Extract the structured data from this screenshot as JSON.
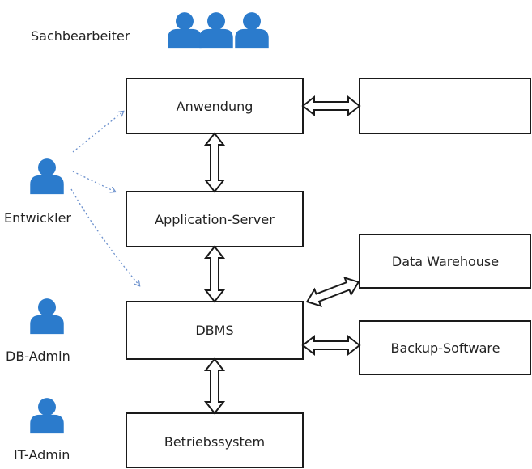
{
  "roles": {
    "sachbearbeiter": "Sachbearbeiter",
    "entwickler": "Entwickler",
    "db_admin": "DB-Admin",
    "it_admin": "IT-Admin"
  },
  "boxes": {
    "anwendung": "Anwendung",
    "application_server": "Application-Server",
    "dbms": "DBMS",
    "betriebssystem": "Betriebssystem",
    "external": "",
    "data_warehouse": "Data Warehouse",
    "backup_software": "Backup-Software"
  },
  "icons": {
    "person": "person-icon",
    "user_group": "user-group-icon"
  },
  "colors": {
    "person_fill": "#2b7bcc",
    "box_stroke": "#1a1a1a",
    "dotted_arrow": "#6a8fcc"
  }
}
